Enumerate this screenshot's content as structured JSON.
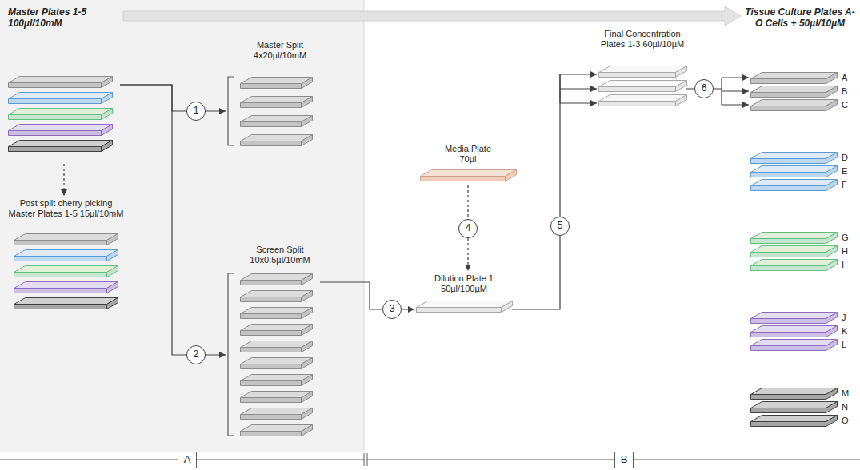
{
  "diagram": {
    "nodes": [
      {
        "text": [
          "Master Plates 1-5 100µl/10mM"
        ]
      },
      {
        "text": [
          "Post split cherry picking Master Plates 1-5 15µl/10mM"
        ]
      },
      {
        "text": [
          "Master Split 4x20µl/10mM"
        ]
      },
      {
        "text": [
          "Screen Split 10x0.5µl/10mM"
        ]
      },
      {
        "text": [
          "Media Plate 70µl"
        ]
      },
      {
        "text": [
          "Dilution Plate 1 50µl/100µM"
        ]
      },
      {
        "text": [
          "Final Concentration Plates 1-3 60µl/10µM"
        ]
      },
      {
        "text": [
          "Tissue Culture Plates A-O Cells + 50µl/10µM"
        ]
      },
      {
        "text": [
          "A",
          "B",
          "C"
        ],
        "in": 7
      },
      {
        "text": [
          "D",
          "E",
          "F"
        ],
        "in": 7
      },
      {
        "text": [
          "G",
          "H",
          "I"
        ],
        "in": 7
      },
      {
        "text": [
          "J",
          "K",
          "L"
        ],
        "in": 7
      },
      {
        "text": [
          "M",
          "N",
          "O"
        ],
        "in": 7
      },
      {
        "text": [
          "A"
        ]
      },
      {
        "text": [
          "B"
        ]
      }
    ],
    "edges": [
      {
        "from": 0,
        "to": 2,
        "label": "1",
        "arrow": "to"
      },
      {
        "from": 0,
        "to": 3,
        "label": "2",
        "arrow": "to"
      },
      {
        "from": 0,
        "to": 1,
        "arrow": "to"
      },
      {
        "from": 3,
        "to": 5,
        "label": "3",
        "arrow": "to"
      },
      {
        "from": 4,
        "to": 5,
        "label": "4",
        "arrow": "to"
      },
      {
        "from": 5,
        "to": 6,
        "label": "5",
        "arrow": "to"
      },
      {
        "from": 6,
        "to": 8,
        "label": "6",
        "arrow": "to"
      },
      {
        "from": 0,
        "to": 7,
        "arrow": "to"
      }
    ]
  }
}
